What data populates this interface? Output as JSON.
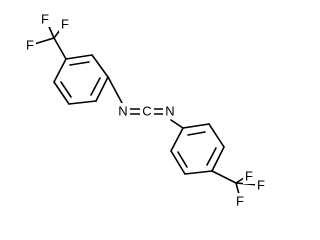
{
  "molecule": {
    "atoms": {
      "f1": "F",
      "f2": "F",
      "f3": "F",
      "n1": "N",
      "c_center": "C",
      "n2": "N",
      "f4": "F",
      "f5": "F",
      "f6": "F"
    }
  }
}
